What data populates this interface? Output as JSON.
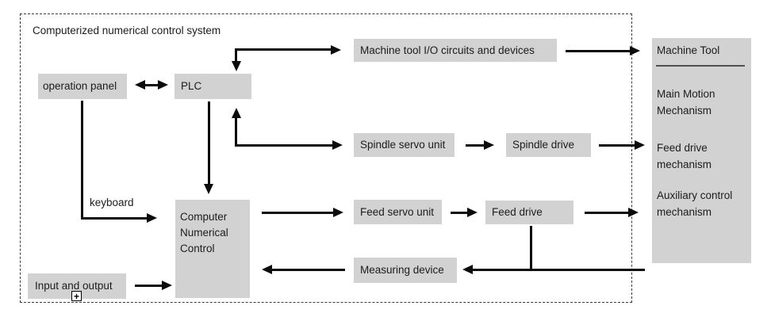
{
  "colors": {
    "box_fill": "#d2d2d2",
    "arrow": "#0c0c0c",
    "text": "#1c1c1c",
    "underline": "#4f4f4f",
    "boundary_dash": "#3a3a3a"
  },
  "container": {
    "title": "Computerized numerical control system"
  },
  "nodes": {
    "operation_panel": {
      "label": "operation panel"
    },
    "plc": {
      "label": "PLC"
    },
    "machine_io": {
      "label": "Machine tool I/O circuits and devices"
    },
    "spindle_servo_unit": {
      "label": "Spindle servo unit"
    },
    "spindle_drive": {
      "label": "Spindle drive"
    },
    "cnc": {
      "label": "Computer Numerical Control"
    },
    "feed_servo_unit": {
      "label": "Feed servo unit"
    },
    "feed_drive": {
      "label": "Feed drive"
    },
    "measuring_device": {
      "label": "Measuring device"
    },
    "input_output": {
      "label": "Input and output"
    }
  },
  "labels": {
    "keyboard": "keyboard"
  },
  "machine_tool_panel": {
    "title": "Machine Tool",
    "items": [
      "Main Motion Mechanism",
      "Feed drive mechanism",
      "Auxiliary control mechanism"
    ]
  },
  "icons": {
    "expand_handle": "+"
  }
}
